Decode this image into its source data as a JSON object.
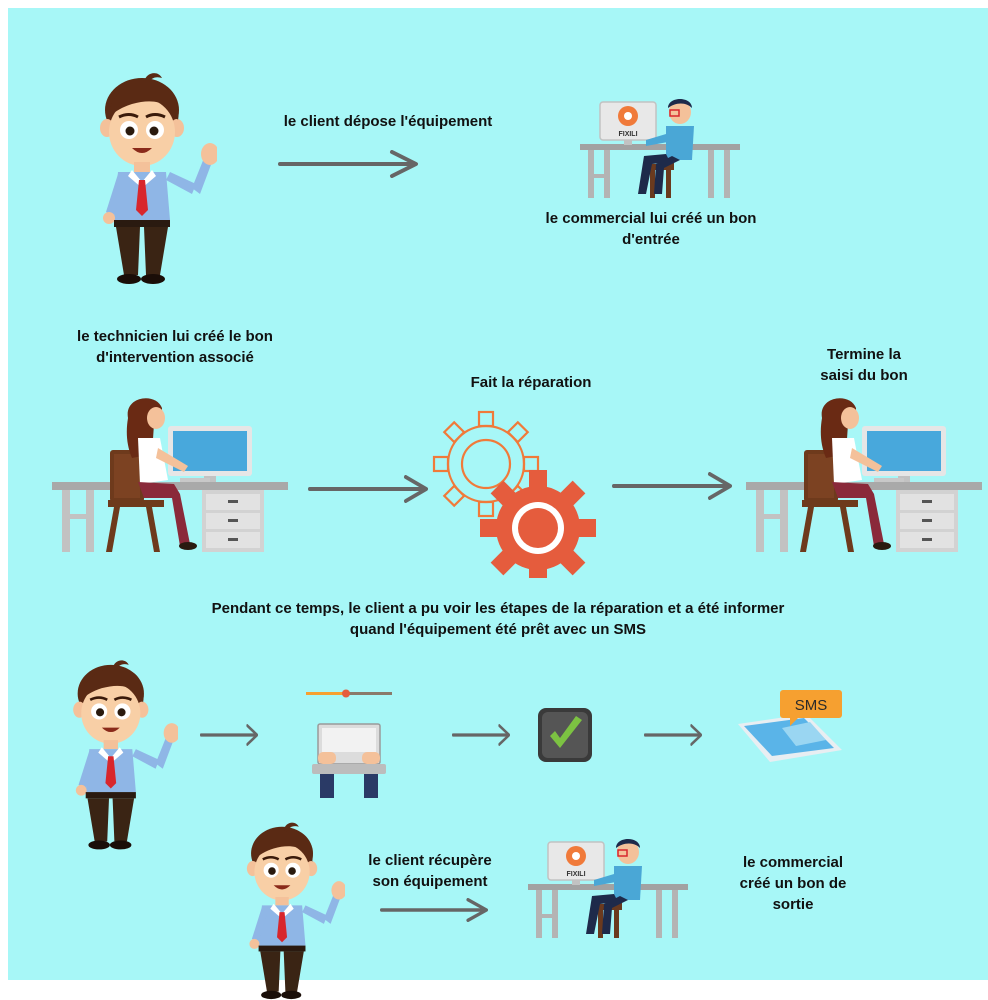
{
  "colors": {
    "background": "#a7f7f7",
    "arrow": "#666666",
    "accent_orange": "#f07a3a",
    "gear_dark": "#e55c3d",
    "sms_orange": "#f6a030"
  },
  "icons": {
    "client": "man-waving-icon",
    "commercial": "commercial-at-desk-icon",
    "technician": "technician-at-desk-icon",
    "repair": "gears-icon",
    "tracking": "laptop-progress-icon",
    "validation": "check-icon",
    "notification": "sms-tablet-icon"
  },
  "row1": {
    "deposit_label": "le client dépose l'équipement",
    "entry_label": [
      "le commercial lui créé un bon",
      "d'entrée"
    ],
    "screen_logo": "FIXILI"
  },
  "row2": {
    "intervention_label": [
      "le technicien lui créé le bon",
      "d'intervention associé"
    ],
    "repair_label": "Fait la réparation",
    "finish_label": [
      "Termine la",
      "saisi du bon"
    ]
  },
  "row3": {
    "sms_info": [
      "Pendant ce temps, le client a pu voir les étapes de la réparation et a été informer",
      "quand l'équipement été prêt avec un SMS"
    ],
    "sms_badge": "SMS"
  },
  "row4": {
    "pickup_label": [
      "le client récupère",
      "son équipement"
    ],
    "exit_label": [
      "le commercial",
      "créé un bon de",
      "sortie"
    ],
    "screen_logo": "FIXILI"
  }
}
